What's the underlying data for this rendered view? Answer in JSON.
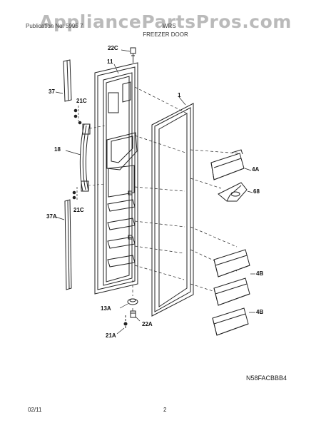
{
  "watermark": "AppliancePartsPros.com",
  "header": {
    "left_text": "Publication No: 5995  7",
    "model_text": "WRS",
    "title": "FREEZER DOOR"
  },
  "callouts": {
    "c22c": "22C",
    "c11": "11",
    "c37": "37",
    "c21c_top": "21C",
    "c1": "1",
    "c18": "18",
    "c4a": "4A",
    "c68": "68",
    "c21c_bottom": "21C",
    "c37a": "37A",
    "c4b_top": "4B",
    "c13a": "13A",
    "c22a": "22A",
    "c4b_bottom": "4B",
    "c21a": "21A"
  },
  "diagram_code": "N58FACBBB4",
  "footer": {
    "date": "02/11",
    "page": "2"
  }
}
